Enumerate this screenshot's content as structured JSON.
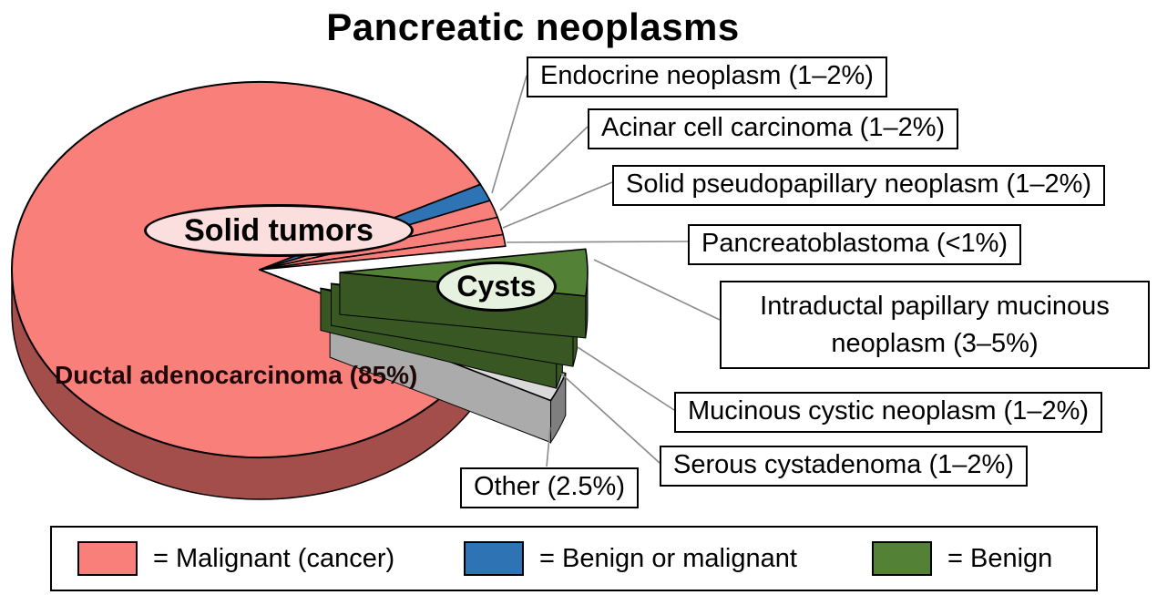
{
  "chart_data": {
    "type": "pie",
    "title": "Pancreatic neoplasms",
    "group_labels": {
      "solid_tumors": "Solid tumors",
      "cysts": "Cysts"
    },
    "slices": [
      {
        "label": "Endocrine neoplasm",
        "display": "Endocrine neoplasm (1–2%)",
        "pct": "1–2%",
        "value": 1.5,
        "category": "benign-or-malignant",
        "group": "solid_tumors",
        "color": "#2E74B5",
        "side": "#1F4E79"
      },
      {
        "label": "Acinar cell carcinoma",
        "display": "Acinar cell carcinoma (1–2%)",
        "pct": "1–2%",
        "value": 1.5,
        "category": "malignant",
        "group": "solid_tumors",
        "color": "#F9807A",
        "side": "#A34E4B"
      },
      {
        "label": "Solid pseudopapillary neoplasm",
        "display": "Solid pseudopapillary neoplasm (1–2%)",
        "pct": "1–2%",
        "value": 1.5,
        "category": "malignant",
        "group": "solid_tumors",
        "color": "#F9807A",
        "side": "#A34E4B"
      },
      {
        "label": "Pancreatoblastoma",
        "display": "Pancreatoblastoma (<1%)",
        "pct": "<1%",
        "value": 1,
        "category": "malignant",
        "group": "solid_tumors",
        "color": "#F9807A",
        "side": "#A34E4B"
      },
      {
        "label": "Intraductal papillary mucinous neoplasm",
        "display": "Intraductal papillary mucinous neoplasm (3–5%)",
        "pct": "3–5%",
        "value": 4,
        "category": "benign",
        "group": "cysts",
        "color": "#538135",
        "side": "#385723"
      },
      {
        "label": "Mucinous cystic neoplasm",
        "display": "Mucinous cystic neoplasm (1–2%)",
        "pct": "1–2%",
        "value": 1.5,
        "category": "benign",
        "group": "cysts",
        "color": "#538135",
        "side": "#385723"
      },
      {
        "label": "Serous cystadenoma",
        "display": "Serous cystadenoma (1–2%)",
        "pct": "1–2%",
        "value": 1.5,
        "category": "benign",
        "group": "cysts",
        "color": "#538135",
        "side": "#385723"
      },
      {
        "label": "Other",
        "display": "Other (2.5%)",
        "pct": "2.5%",
        "value": 2.5,
        "category": "other",
        "group": "",
        "color": "#D9D9D9",
        "side": "#7F7F7F",
        "side2": "#ABABAB"
      },
      {
        "label": "Ductal adenocarcinoma",
        "display": "Ductal adenocarcinoma (85%)",
        "pct": "85%",
        "value": 85,
        "category": "malignant",
        "group": "solid_tumors",
        "color": "#F9807A",
        "side": "#A34E4B"
      }
    ],
    "legend": [
      {
        "label": "= Malignant (cancer)",
        "color": "#F9807A"
      },
      {
        "label": "= Benign or malignant",
        "color": "#2E74B5"
      },
      {
        "label": "= Benign",
        "color": "#538135"
      }
    ]
  }
}
